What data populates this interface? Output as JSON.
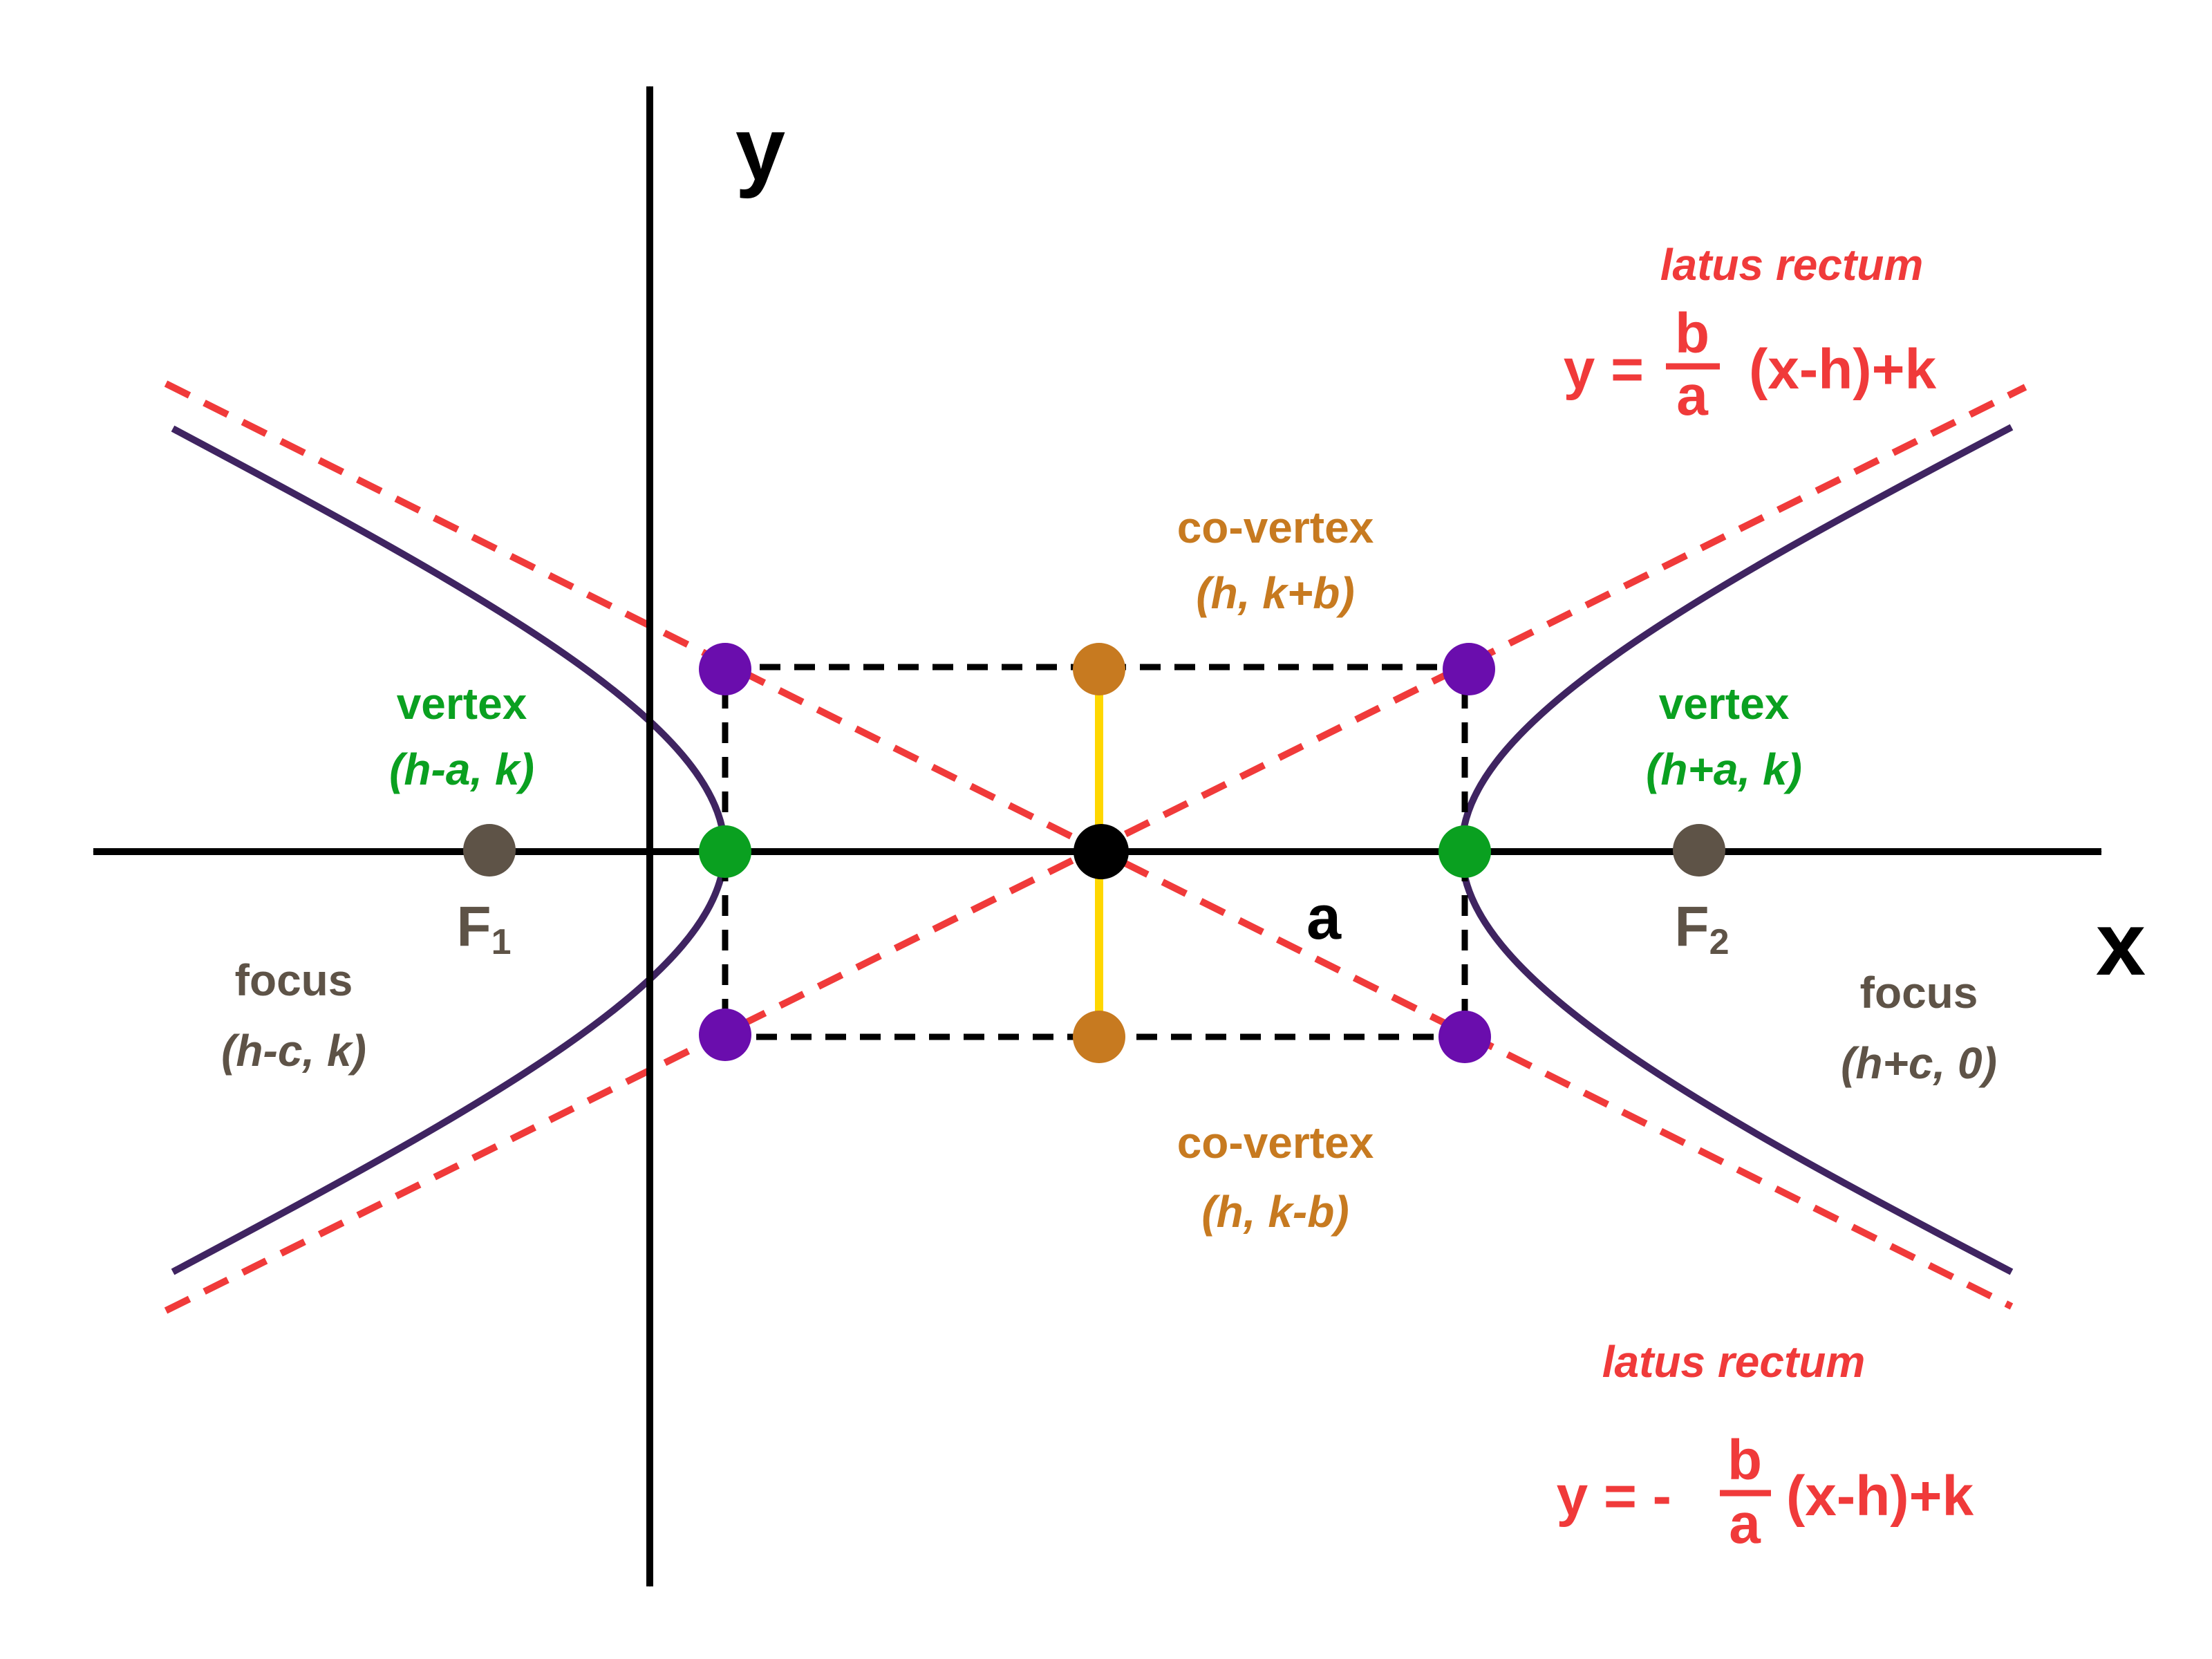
{
  "axes": {
    "x_label": "x",
    "y_label": "y"
  },
  "segment_labels": {
    "a": "a"
  },
  "foci": {
    "left": {
      "name": "F",
      "sub": "1",
      "caption": "focus",
      "coords": "(h-c, k)"
    },
    "right": {
      "name": "F",
      "sub": "2",
      "caption": "focus",
      "coords": "(h+c, 0)"
    }
  },
  "vertices": {
    "left": {
      "caption": "vertex",
      "coords": "(h-a, k)"
    },
    "right": {
      "caption": "vertex",
      "coords": "(h+a, k)"
    }
  },
  "co_vertices": {
    "top": {
      "caption": "co-vertex",
      "coords": "(h, k+b)"
    },
    "bottom": {
      "caption": "co-vertex",
      "coords": "(h, k-b)"
    }
  },
  "asymptotes": {
    "upper": {
      "caption": "latus rectum",
      "lhs": "y =",
      "num": "b",
      "den": "a",
      "rhs": "(x-h)+k"
    },
    "lower": {
      "caption": "latus rectum",
      "lhs": "y = -",
      "num": "b",
      "den": "a",
      "rhs": "(x-h)+k"
    }
  },
  "colors": {
    "axis": "#000000",
    "hyperbola": "#3f2461",
    "asymptote": "#f03a3a",
    "box": "#000000",
    "transverse": "#ff1493",
    "conjugate": "#ffd700",
    "vertex": "#0aa020",
    "co_vertex": "#c77a20",
    "box_corner": "#6a0dad",
    "center": "#000000",
    "focus": "#5e5347",
    "focus_text": "#5e5347",
    "vertex_text": "#0aa020",
    "co_vertex_text": "#c77a20",
    "asymptote_text": "#f03a3a"
  }
}
